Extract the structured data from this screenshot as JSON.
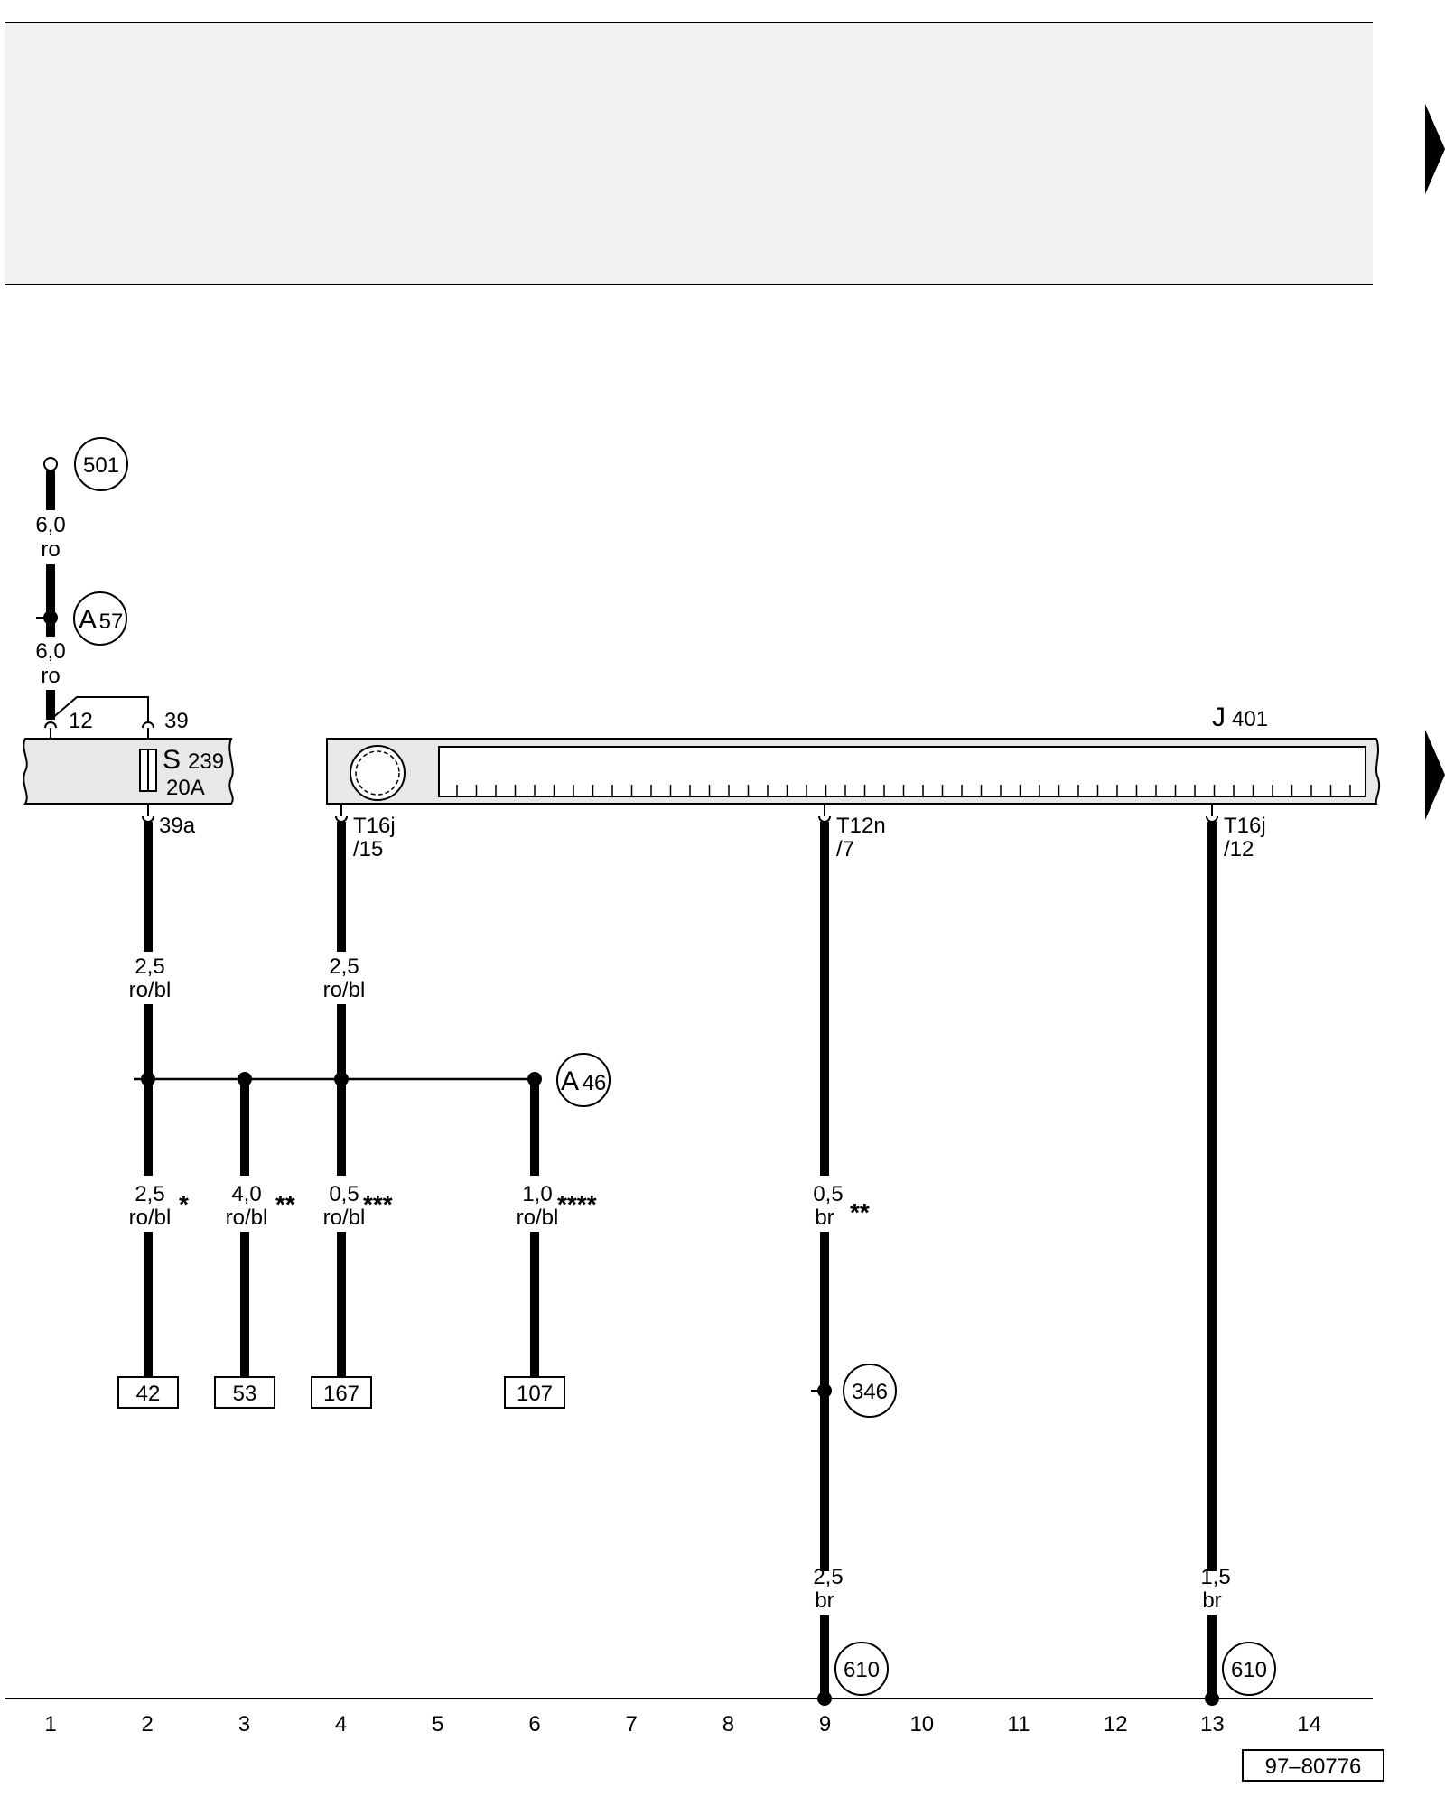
{
  "header_area": {
    "fill": "#f2f2f2"
  },
  "page_arrows": [
    "right-arrow-icon",
    "right-arrow-icon"
  ],
  "circles": {
    "c501": "501",
    "a57_letter": "A",
    "a57_num": "57",
    "a46_letter": "A",
    "a46_num": "46",
    "c346": "346",
    "c610a": "610",
    "c610b": "610"
  },
  "fuse": {
    "name_letter": "S",
    "name_num": "239",
    "rating": "20A",
    "pin_in": "12",
    "pin_out": "39",
    "pin_39a": "39a"
  },
  "control_unit": {
    "name_letter": "J",
    "name_num": "401"
  },
  "pins": {
    "t16j_15": {
      "a": "T16j",
      "b": "/15"
    },
    "t12n_7": {
      "a": "T12n",
      "b": "/7"
    },
    "t16j_12": {
      "a": "T16j",
      "b": "/12"
    }
  },
  "wires": {
    "top1": {
      "size": "6,0",
      "color": "ro"
    },
    "top2": {
      "size": "6,0",
      "color": "ro"
    },
    "w2_upper": {
      "size": "2,5",
      "color": "ro/bl"
    },
    "w4_upper": {
      "size": "2,5",
      "color": "ro/bl"
    },
    "w2_lower": {
      "size": "2,5",
      "color": "ro/bl",
      "note": "*"
    },
    "w3_lower": {
      "size": "4,0",
      "color": "ro/bl",
      "note": "**"
    },
    "w4_lower": {
      "size": "0,5",
      "color": "ro/bl",
      "note": "***"
    },
    "w6_lower": {
      "size": "1,0",
      "color": "ro/bl",
      "note": "****"
    },
    "w9_mid": {
      "size": "0,5",
      "color": "br",
      "note": "**"
    },
    "w9_low": {
      "size": "2,5",
      "color": "br"
    },
    "w13_low": {
      "size": "1,5",
      "color": "br"
    }
  },
  "refs": {
    "r42": "42",
    "r53": "53",
    "r167": "167",
    "r107": "107"
  },
  "tracks": [
    "1",
    "2",
    "3",
    "4",
    "5",
    "6",
    "7",
    "8",
    "9",
    "10",
    "11",
    "12",
    "13",
    "14"
  ],
  "drawing_number": "97–80776"
}
